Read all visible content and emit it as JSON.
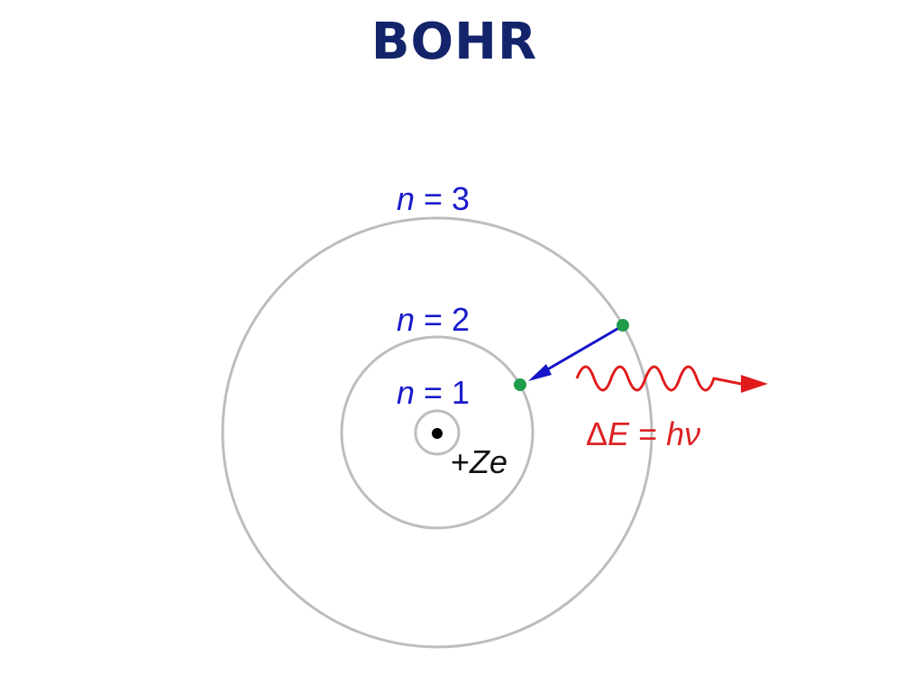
{
  "slide": {
    "title": "BOHR"
  },
  "diagram": {
    "orbits": [
      {
        "n_var": "n",
        "n_rest": " = 1"
      },
      {
        "n_var": "n",
        "n_rest": " = 2"
      },
      {
        "n_var": "n",
        "n_rest": " = 3"
      }
    ],
    "nucleus": {
      "prefix": "+",
      "charge_var": "Ze"
    },
    "photon": {
      "delta": "Δ",
      "energy_var": "E",
      "equals": " = ",
      "rhs": "hν"
    },
    "colors": {
      "orbit": "#bdbdbd",
      "electron": "#1e9c4a",
      "transition_arrow": "#1414c8",
      "photon": "#e01b1b",
      "labels": "#1a1acc",
      "title": "#13246b"
    }
  }
}
